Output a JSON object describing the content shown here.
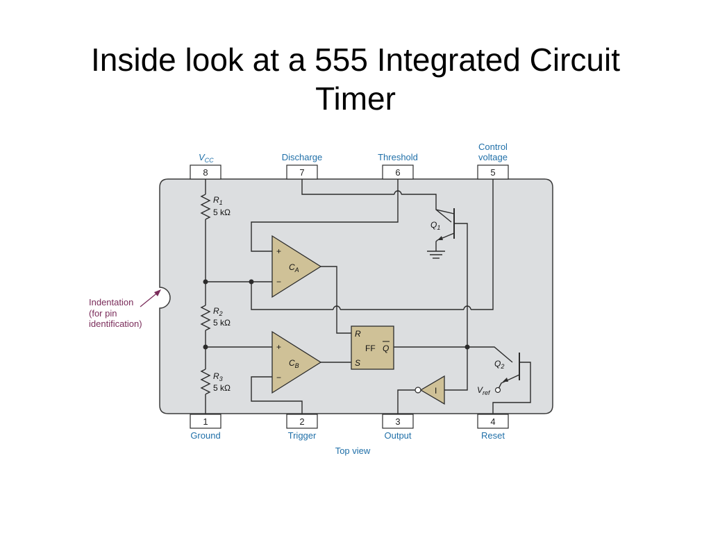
{
  "title": {
    "line1": "Inside look at a 555 Integrated Circuit",
    "line2": "Timer"
  },
  "diagram": {
    "top_pins": [
      {
        "number": "8",
        "label": "V",
        "label_sub": "CC"
      },
      {
        "number": "7",
        "label": "Discharge"
      },
      {
        "number": "6",
        "label": "Threshold"
      },
      {
        "number": "5",
        "label_line1": "Control",
        "label_line2": "voltage"
      }
    ],
    "bottom_pins": [
      {
        "number": "1",
        "label": "Ground"
      },
      {
        "number": "2",
        "label": "Trigger"
      },
      {
        "number": "3",
        "label": "Output"
      },
      {
        "number": "4",
        "label": "Reset"
      }
    ],
    "resistors": [
      {
        "name": "R",
        "sub": "1",
        "value": "5 kΩ"
      },
      {
        "name": "R",
        "sub": "2",
        "value": "5 kΩ"
      },
      {
        "name": "R",
        "sub": "3",
        "value": "5 kΩ"
      }
    ],
    "comparator_a": {
      "name": "C",
      "sub": "A",
      "plus": "+",
      "minus": "−"
    },
    "comparator_b": {
      "name": "C",
      "sub": "B",
      "plus": "+",
      "minus": "−"
    },
    "flipflop": {
      "r": "R",
      "s": "S",
      "ff": "FF",
      "q": "Q"
    },
    "inverter": {
      "label": "I"
    },
    "transistor_q1": {
      "name": "Q",
      "sub": "1"
    },
    "transistor_q2": {
      "name": "Q",
      "sub": "2"
    },
    "vref": {
      "name": "V",
      "sub": "ref"
    },
    "indentation": {
      "line1": "Indentation",
      "line2": "(for pin",
      "line3": "identification)"
    },
    "view_caption": "Top view",
    "colors": {
      "body_fill": "#dcdee0",
      "component_fill": "#cfc197",
      "label_blue": "#1f6fa8",
      "annotation_purple": "#7a2c5a"
    }
  }
}
